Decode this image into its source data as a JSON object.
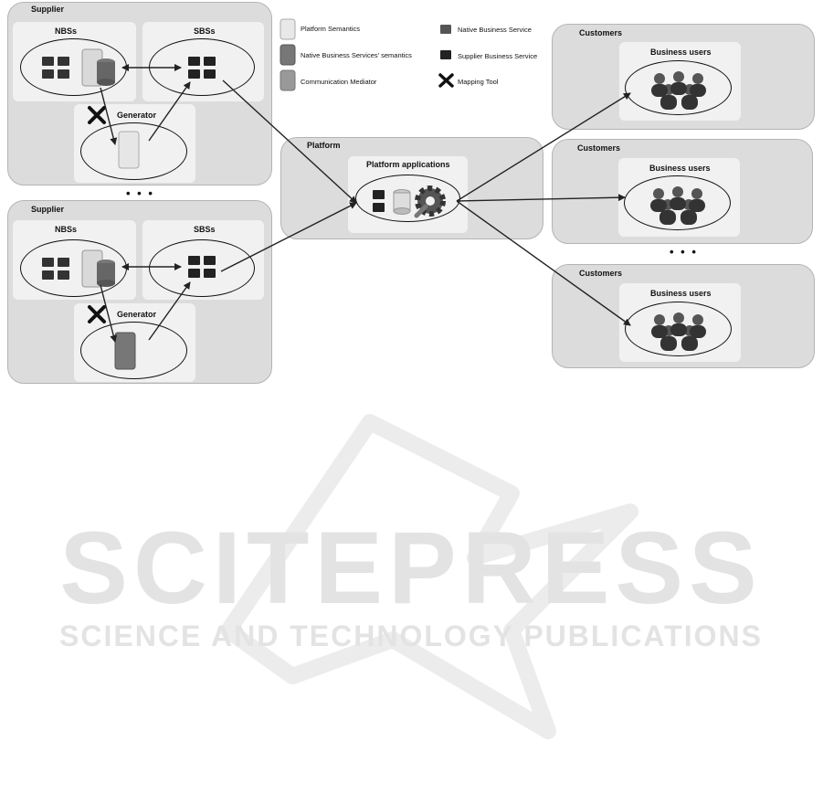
{
  "supplier_label": "Supplier",
  "nbs_label": "NBSs",
  "sbs_label": "SBSs",
  "generator_label": "Generator",
  "platform_label": "Platform",
  "platform_apps_label": "Platform applications",
  "customers_label": "Customers",
  "business_users_label": "Business users",
  "ellipsis": "• • •",
  "legend": {
    "platform_semantics": "Platform Semantics",
    "native_semantics": "Native Business Services' semantics",
    "communication_mediator": "Communication Mediator",
    "native_business_service": "Native Business Service",
    "supplier_business_service": "Supplier Business Service",
    "mapping_tool": "Mapping Tool"
  },
  "watermark": {
    "main": "SCITEPRESS",
    "sub": "SCIENCE AND TECHNOLOGY PUBLICATIONS"
  },
  "colors": {
    "panel": "#dcdcdc",
    "sub_panel": "#f1f1f1",
    "service_block": "#3a3a3a",
    "watermark": "#e6e6e6"
  }
}
